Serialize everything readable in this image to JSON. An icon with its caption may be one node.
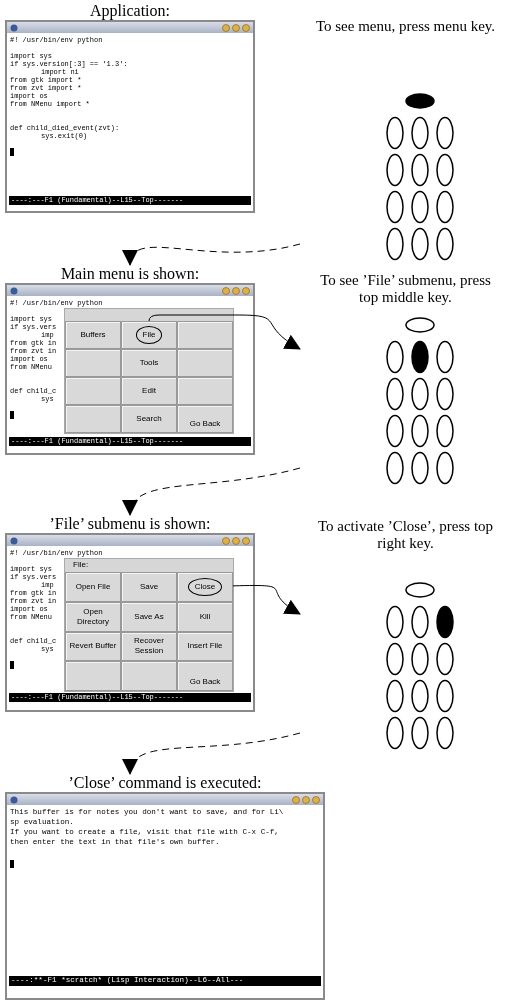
{
  "diagram": {
    "nodes": [
      {
        "text": [
          "Application:",
          "#! /usr/bin/env python",
          "import sys",
          "if sys.version[:3] == '1.3':",
          "import ni",
          "from gtk import *",
          "from zvt import *",
          "import os",
          "from NMenu import *",
          "def child_died_event(zvt):",
          "sys.exit(0)",
          "----:---F1 (Fundamental)--L15--Top-------"
        ]
      },
      {
        "text": [
          "To see menu, press menu key."
        ]
      },
      {
        "text": [
          "Main menu is shown:",
          "#! /usr/bin/env python",
          "import sys",
          "if sys.vers",
          "imp",
          "from gtk in",
          "from zvt in",
          "import os",
          "from NMenu",
          "def child_c",
          "sys",
          "----:---F1 (Fundamental)--L15--Top-------"
        ]
      },
      {
        "text": [],
        "shape": "box",
        "in": 2
      },
      {
        "text": [
          "Buffers"
        ],
        "in": 3
      },
      {
        "text": [
          "File"
        ],
        "in": 3
      },
      {
        "text": [],
        "shape": "box",
        "in": 3
      },
      {
        "text": [],
        "shape": "box",
        "in": 3
      },
      {
        "text": [
          "Tools"
        ],
        "in": 3
      },
      {
        "text": [],
        "shape": "box",
        "in": 3
      },
      {
        "text": [],
        "shape": "box",
        "in": 3
      },
      {
        "text": [
          "Edit"
        ],
        "in": 3
      },
      {
        "text": [],
        "shape": "box",
        "in": 3
      },
      {
        "text": [],
        "shape": "box",
        "in": 3
      },
      {
        "text": [
          "Search"
        ],
        "in": 3
      },
      {
        "text": [
          "Go Back"
        ],
        "in": 3
      },
      {
        "text": [
          "To see ’File’ submenu, press top middle key."
        ]
      },
      {
        "text": [
          "’File’ submenu is shown:",
          "#! /usr/bin/env python",
          "import sys",
          "if sys.vers",
          "imp",
          "from gtk in",
          "from zvt in",
          "import os",
          "from NMenu",
          "def child_c",
          "sys",
          "----:---F1 (Fundamental)--L15--Top-------"
        ]
      },
      {
        "text": [
          "File:"
        ],
        "in": 17
      },
      {
        "text": [
          "Open File"
        ],
        "in": 18
      },
      {
        "text": [
          "Save"
        ],
        "in": 18
      },
      {
        "text": [
          "Close"
        ],
        "in": 18
      },
      {
        "text": [
          "Open Directory"
        ],
        "in": 18
      },
      {
        "text": [
          "Save As"
        ],
        "in": 18
      },
      {
        "text": [
          "Kill"
        ],
        "in": 18
      },
      {
        "text": [
          "Revert Buffer"
        ],
        "in": 18
      },
      {
        "text": [
          "Recover Session"
        ],
        "in": 18
      },
      {
        "text": [
          "Insert File"
        ],
        "in": 18
      },
      {
        "text": [],
        "shape": "box",
        "in": 18
      },
      {
        "text": [],
        "shape": "box",
        "in": 18
      },
      {
        "text": [
          "Go Back"
        ],
        "in": 18
      },
      {
        "text": [
          "To activate ’Close’, press top right key."
        ]
      },
      {
        "text": [
          "’Close’ command is executed:",
          "This buffer is for notes you don't want to save, and for Li\\",
          "sp evaluation.",
          "If you want to create a file, visit that file with C-x C-f,",
          "then enter the text in that file's own buffer.",
          "----:**-F1 *scratch* (Lisp Interaction)--L6--All---"
        ]
      }
    ],
    "edges": [
      {
        "from": 1,
        "to": 2,
        "arrow": "to",
        "style": "dashed"
      },
      {
        "from": 5,
        "to": 16,
        "arrow": "to"
      },
      {
        "from": 16,
        "to": 17,
        "arrow": "to",
        "style": "dashed"
      },
      {
        "from": 21,
        "to": 31,
        "arrow": "to"
      },
      {
        "from": 31,
        "to": 32,
        "arrow": "to",
        "style": "dashed"
      }
    ]
  }
}
